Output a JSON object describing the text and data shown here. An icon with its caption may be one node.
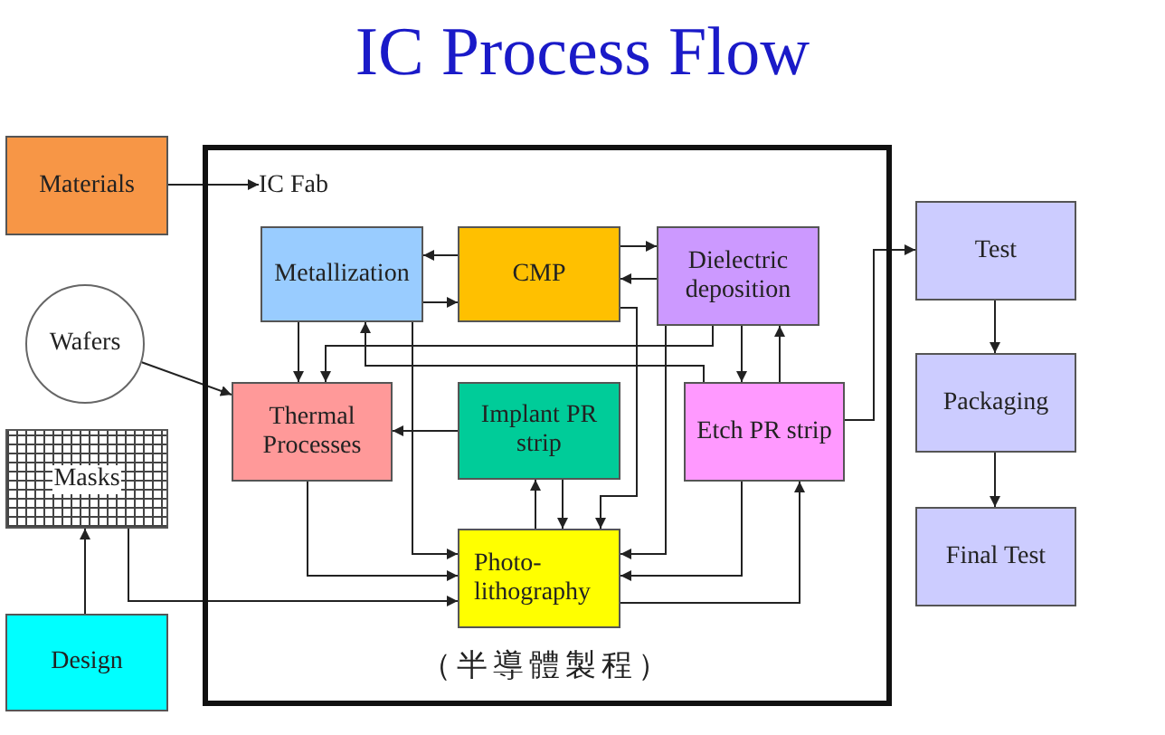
{
  "diagram": {
    "title": "IC Process Flow",
    "nodes": [
      {
        "text": [
          "Materials"
        ]
      },
      {
        "text": [
          "Wafers"
        ]
      },
      {
        "text": [
          "Masks"
        ]
      },
      {
        "text": [
          "Design"
        ]
      },
      {
        "text": [
          "IC Fab",
          "（半導體製程）"
        ]
      },
      {
        "text": [
          "Metallization"
        ],
        "in": 4
      },
      {
        "text": [
          "CMP"
        ],
        "in": 4
      },
      {
        "text": [
          "Dielectric deposition"
        ],
        "in": 4
      },
      {
        "text": [
          "Thermal Processes"
        ],
        "in": 4
      },
      {
        "text": [
          "Implant PR strip"
        ],
        "in": 4
      },
      {
        "text": [
          "Etch PR strip"
        ],
        "in": 4
      },
      {
        "text": [
          "Photo- lithography"
        ],
        "in": 4
      },
      {
        "text": [
          "Test"
        ]
      },
      {
        "text": [
          "Packaging"
        ]
      },
      {
        "text": [
          "Final Test"
        ]
      }
    ],
    "edges": [
      {
        "from": 0,
        "to": 4,
        "arrow": "to"
      },
      {
        "from": 1,
        "to": 8,
        "arrow": "to"
      },
      {
        "from": 3,
        "to": 2,
        "arrow": "to"
      },
      {
        "from": 2,
        "to": 11,
        "arrow": "to"
      },
      {
        "from": 6,
        "to": 5,
        "arrow": "to"
      },
      {
        "from": 5,
        "to": 6,
        "arrow": "to"
      },
      {
        "from": 6,
        "to": 7,
        "arrow": "to"
      },
      {
        "from": 7,
        "to": 6,
        "arrow": "to"
      },
      {
        "from": 5,
        "to": 8,
        "arrow": "to"
      },
      {
        "from": 7,
        "to": 8,
        "arrow": "to"
      },
      {
        "from": 10,
        "to": 5,
        "arrow": "to"
      },
      {
        "from": 7,
        "to": 10,
        "arrow": "to"
      },
      {
        "from": 10,
        "to": 7,
        "arrow": "to"
      },
      {
        "from": 9,
        "to": 8,
        "arrow": "to"
      },
      {
        "from": 5,
        "to": 11,
        "arrow": "to"
      },
      {
        "from": 6,
        "to": 11,
        "arrow": "to"
      },
      {
        "from": 11,
        "to": 9,
        "arrow": "to"
      },
      {
        "from": 9,
        "to": 11,
        "arrow": "to"
      },
      {
        "from": 7,
        "to": 11,
        "arrow": "to"
      },
      {
        "from": 8,
        "to": 11,
        "arrow": "to"
      },
      {
        "from": 10,
        "to": 11,
        "arrow": "to"
      },
      {
        "from": 11,
        "to": 10,
        "arrow": "to"
      },
      {
        "from": 10,
        "to": 12,
        "arrow": "to"
      },
      {
        "from": 12,
        "to": 13,
        "arrow": "to"
      },
      {
        "from": 13,
        "to": 14,
        "arrow": "to"
      }
    ]
  }
}
